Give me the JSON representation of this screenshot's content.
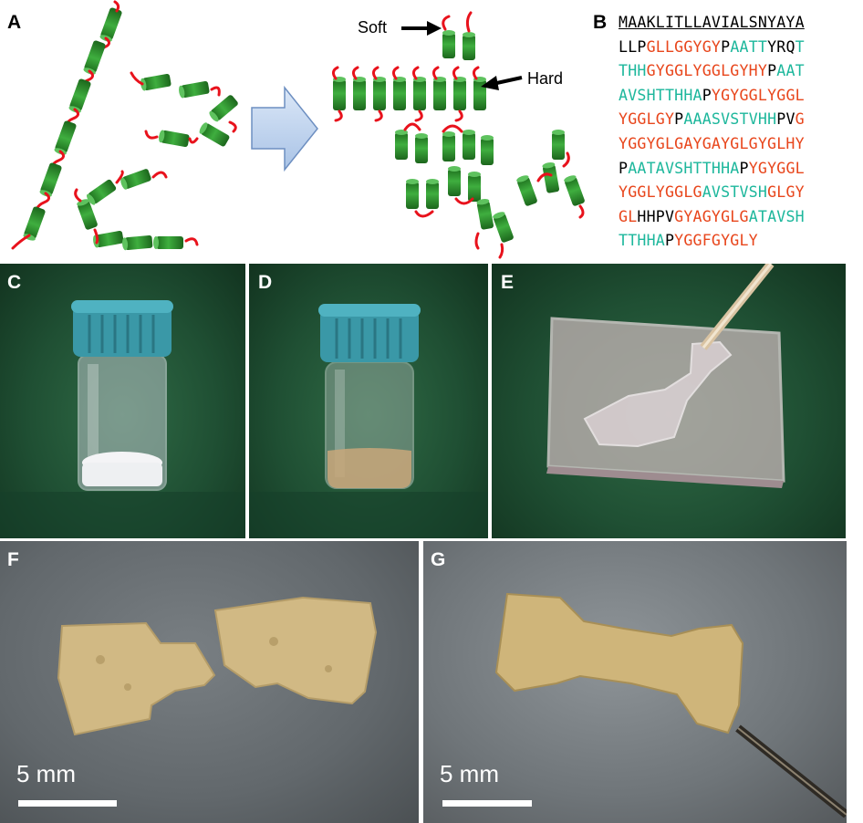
{
  "panels": {
    "A": {
      "letter": "A",
      "label_soft": "Soft",
      "label_hard": "Hard"
    },
    "B": {
      "letter": "B",
      "sequence_lines": [
        [
          {
            "text": "MAAKLITLLAVIALSNYAYA",
            "c": "u"
          }
        ],
        [
          {
            "text": "LLP",
            "c": "k"
          },
          {
            "text": "GLLGGYGY",
            "c": "o"
          },
          {
            "text": "P",
            "c": "k"
          },
          {
            "text": "AATT",
            "c": "t"
          },
          {
            "text": "YRQ",
            "c": "k"
          },
          {
            "text": "T",
            "c": "t"
          }
        ],
        [
          {
            "text": "THH",
            "c": "t"
          },
          {
            "text": "GYGGLYGGLGYHY",
            "c": "o"
          },
          {
            "text": "P",
            "c": "k"
          },
          {
            "text": "AAT",
            "c": "t"
          }
        ],
        [
          {
            "text": "AVSHTTHHA",
            "c": "t"
          },
          {
            "text": "P",
            "c": "k"
          },
          {
            "text": "YGYGGLYGGL",
            "c": "o"
          }
        ],
        [
          {
            "text": "YGGLGY",
            "c": "o"
          },
          {
            "text": "P",
            "c": "k"
          },
          {
            "text": "AAASVSTVHH",
            "c": "t"
          },
          {
            "text": "PV",
            "c": "k"
          },
          {
            "text": "G",
            "c": "o"
          }
        ],
        [
          {
            "text": "YGGYGLGAYGAYGLGYGLHY",
            "c": "o"
          }
        ],
        [
          {
            "text": "P",
            "c": "k"
          },
          {
            "text": "AATAVSHTTHHA",
            "c": "t"
          },
          {
            "text": "P",
            "c": "k"
          },
          {
            "text": "YGYGGL",
            "c": "o"
          }
        ],
        [
          {
            "text": "YGGLYGGLG",
            "c": "o"
          },
          {
            "text": "AVSTVSH",
            "c": "t"
          },
          {
            "text": "GLGY",
            "c": "o"
          }
        ],
        [
          {
            "text": "GL",
            "c": "o"
          },
          {
            "text": "HHPV",
            "c": "k"
          },
          {
            "text": "GYAGYGLG",
            "c": "o"
          },
          {
            "text": "ATAVSH",
            "c": "t"
          }
        ],
        [
          {
            "text": "TTHHA",
            "c": "t"
          },
          {
            "text": "P",
            "c": "k"
          },
          {
            "text": "YGGFGYGLY",
            "c": "o"
          }
        ]
      ]
    },
    "C": {
      "letter": "C"
    },
    "D": {
      "letter": "D"
    },
    "E": {
      "letter": "E"
    },
    "F": {
      "letter": "F",
      "scale": "5 mm"
    },
    "G": {
      "letter": "G",
      "scale": "5 mm"
    }
  },
  "colors": {
    "hard_segment": "#2e8b2e",
    "soft_segment": "#e8121c",
    "hydrophobic": "#e8461c",
    "hydrophilic": "#1db79c",
    "arrow_fill": "#bcd2ee"
  }
}
